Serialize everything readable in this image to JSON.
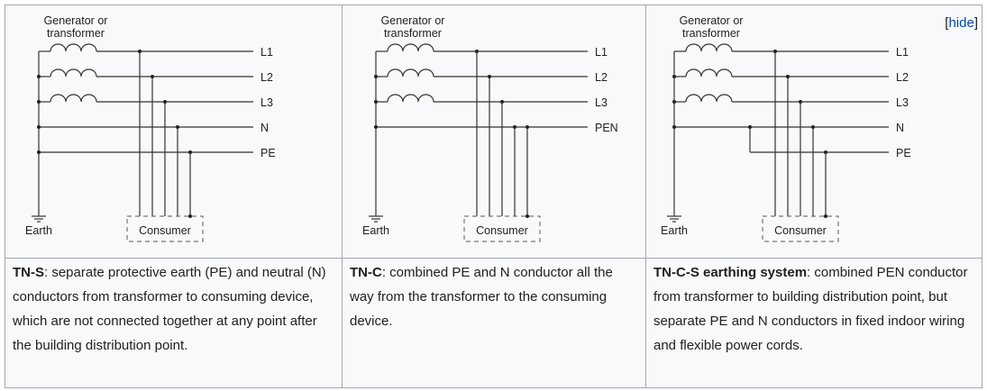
{
  "hide_link": "hide",
  "diagrams": [
    {
      "title_line1": "Generator or",
      "title_line2": "transformer",
      "labels": [
        "L1",
        "L2",
        "L3",
        "N",
        "PE"
      ],
      "earth": "Earth",
      "consumer": "Consumer",
      "type": "TN-S",
      "caption_bold": "TN-S",
      "caption_text": ": separate protective earth (PE) and neutral (N) conductors from transformer to consuming device, which are not connected together at any point after the building distribution point."
    },
    {
      "title_line1": "Generator or",
      "title_line2": "transformer",
      "labels": [
        "L1",
        "L2",
        "L3",
        "PEN"
      ],
      "earth": "Earth",
      "consumer": "Consumer",
      "type": "TN-C",
      "caption_bold": "TN-C",
      "caption_text": ": combined PE and N conductor all the way from the transformer to the consuming device."
    },
    {
      "title_line1": "Generator or",
      "title_line2": "transformer",
      "labels": [
        "L1",
        "L2",
        "L3",
        "N",
        "PE"
      ],
      "earth": "Earth",
      "consumer": "Consumer",
      "type": "TN-C-S",
      "caption_bold": "TN-C-S earthing system",
      "caption_text": ": combined PEN conductor from transformer to building distribution point, but separate PE and N conductors in fixed indoor wiring and flexible power cords."
    }
  ]
}
